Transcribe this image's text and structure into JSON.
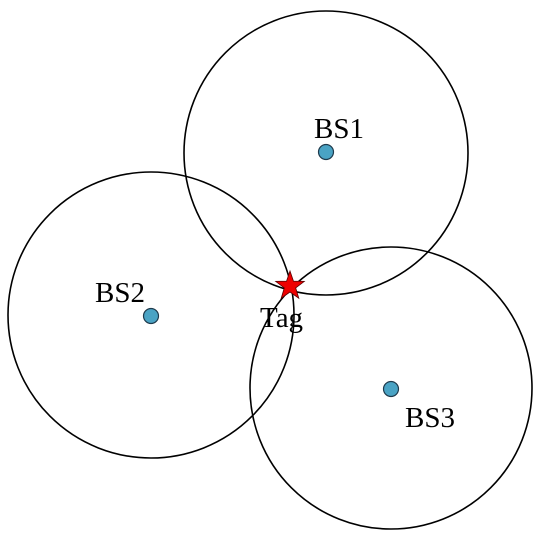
{
  "diagram": {
    "colors": {
      "background": "#ffffff",
      "circle_stroke": "#000000",
      "station_fill": "#4aa3c4",
      "tag_fill": "#ee0000"
    },
    "stations": [
      {
        "label": "BS1"
      },
      {
        "label": "BS2"
      },
      {
        "label": "BS3"
      }
    ],
    "tag": {
      "label": "Tag",
      "icon": "star-icon"
    }
  }
}
